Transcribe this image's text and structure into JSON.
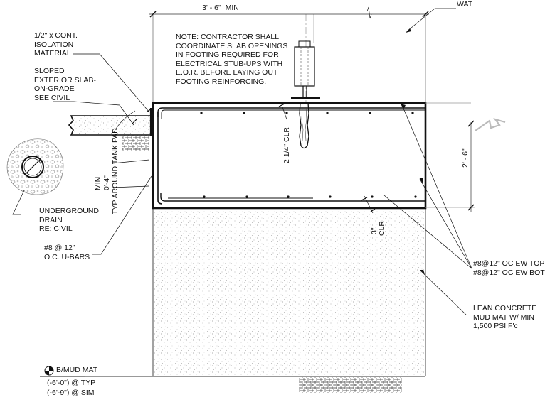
{
  "notes": {
    "top_dimension": "3' - 6\"  MIN",
    "right_top": "WAT",
    "general_note": [
      "NOTE: CONTRACTOR SHALL",
      "COORDINATE SLAB OPENINGS",
      "IN FOOTING REQUIRED FOR",
      "ELECTRICAL STUB-UPS WITH",
      "E.O.R. BEFORE LAYING OUT",
      "FOOTING REINFORCING."
    ],
    "isolation": [
      "1/2\" x CONT.",
      "ISOLATION",
      "MATERIAL"
    ],
    "sloped_slab": [
      "SLOPED",
      "EXTERIOR SLAB-",
      "ON-GRADE",
      "SEE CIVIL"
    ],
    "min_label": [
      "MIN",
      "0'-4\""
    ],
    "tank_pad": "TYP AROUND TANK PAD",
    "clr_top": "2 1/4\" CLR",
    "clr_bottom": [
      "3\"",
      "CLR"
    ],
    "depth_dimension": "2' - 6\"",
    "drain": [
      "UNDERGROUND",
      "DRAIN",
      "RE: CIVIL"
    ],
    "ubars": [
      "#8 @ 12\"",
      "O.C. U-BARS"
    ],
    "bars_top": "#8@12\" OC EW TOP",
    "bars_bot": "#8@12\" OC EW BOT",
    "lean_concrete": [
      "LEAN CONCRETE",
      "MUD MAT W/ MIN",
      "1,500 PSI F'c"
    ],
    "mudmat_title": "B/MUD MAT",
    "mudmat_typ": "(-6'-0\") @ TYP",
    "mudmat_sim": "(-6'-9\") @ SIM"
  },
  "colors": {
    "line": "#111111",
    "light": "#9a9a9a",
    "stipple": "#8c8c8c"
  }
}
